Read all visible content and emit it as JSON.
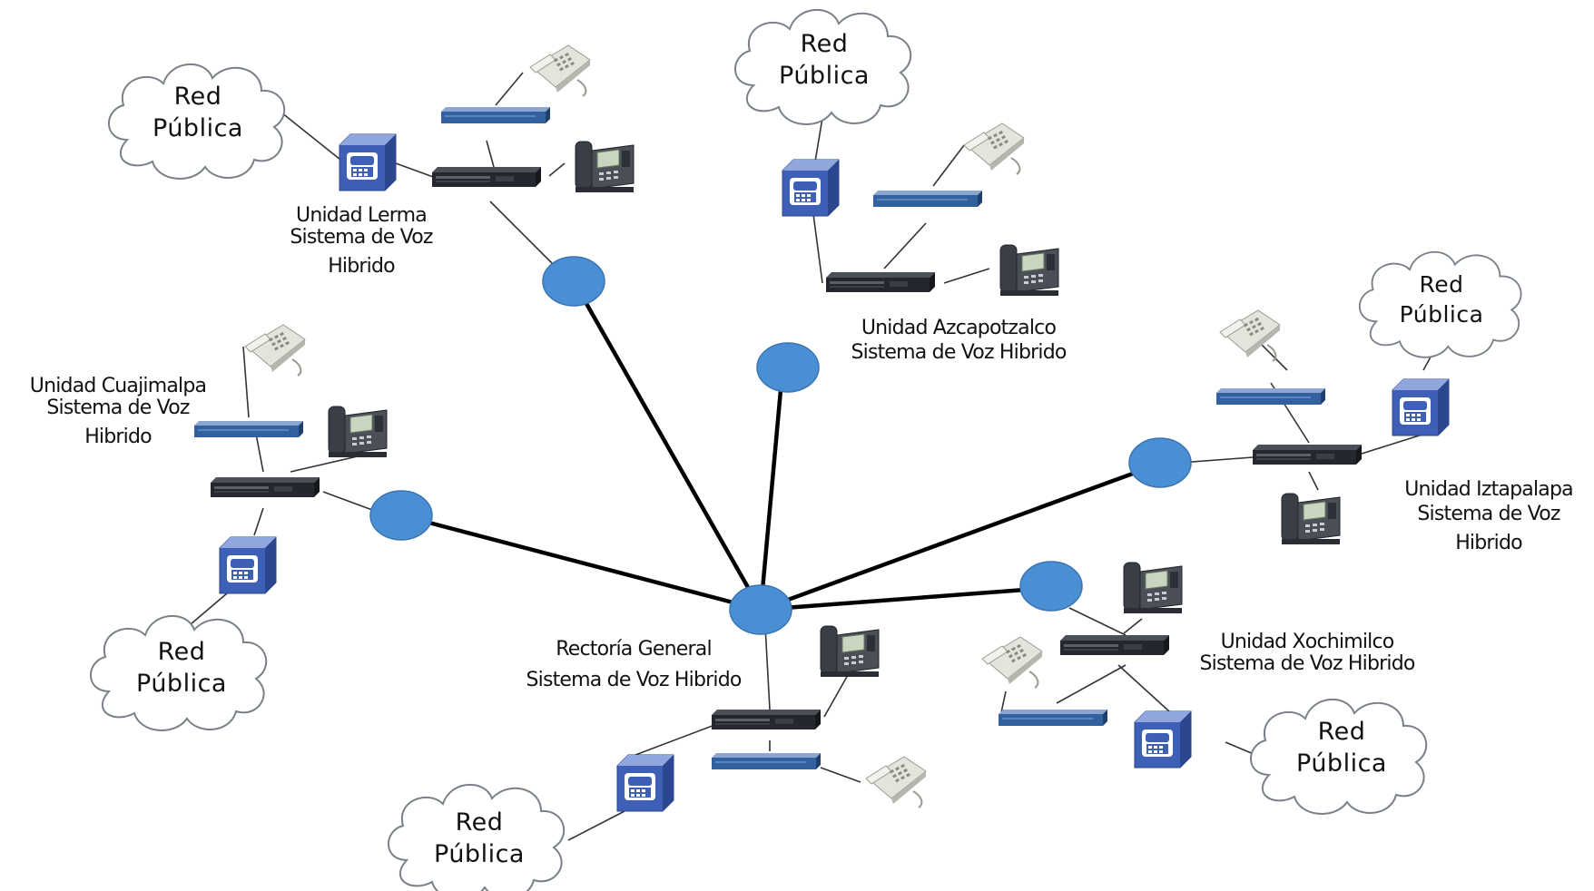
{
  "clouds": [
    {
      "id": "lerma",
      "line1": "Red",
      "line2": "Pública"
    },
    {
      "id": "azcapotzalco",
      "line1": "Red",
      "line2": "Pública"
    },
    {
      "id": "iztapalapa",
      "line1": "Red",
      "line2": "Pública"
    },
    {
      "id": "cuajimalpa",
      "line1": "Red",
      "line2": "Pública"
    },
    {
      "id": "rectoria",
      "line1": "Red",
      "line2": "Pública"
    },
    {
      "id": "xochimilco",
      "line1": "Red",
      "line2": "Pública"
    }
  ],
  "units": {
    "lerma": {
      "line1": "Unidad Lerma",
      "line2": "Sistema de Voz",
      "line3": "Hibrido"
    },
    "azcapotzalco": {
      "line1": "Unidad Azcapotzalco",
      "line2": "Sistema de Voz Hibrido"
    },
    "cuajimalpa": {
      "line1": "Unidad Cuajimalpa",
      "line2": "Sistema de Voz",
      "line3": "Hibrido"
    },
    "iztapalapa": {
      "line1": "Unidad Iztapalapa",
      "line2": "Sistema de Voz",
      "line3": "Hibrido"
    },
    "rectoria": {
      "line1": "Rectoría General",
      "line2": "Sistema de Voz Hibrido"
    },
    "xochimilco": {
      "line1": "Unidad Xochimilco",
      "line2": "Sistema de Voz Hibrido"
    }
  },
  "colors": {
    "node": "#4a8fd4",
    "node_stroke": "#3a74b3",
    "link": "#000000",
    "switch_dark": "#2a2d33",
    "router_blue": "#2f5f9e",
    "gateway_blue": "#3c5eb5",
    "phone_light": "#e6e6e0",
    "phone_dark": "#3b3f47"
  }
}
